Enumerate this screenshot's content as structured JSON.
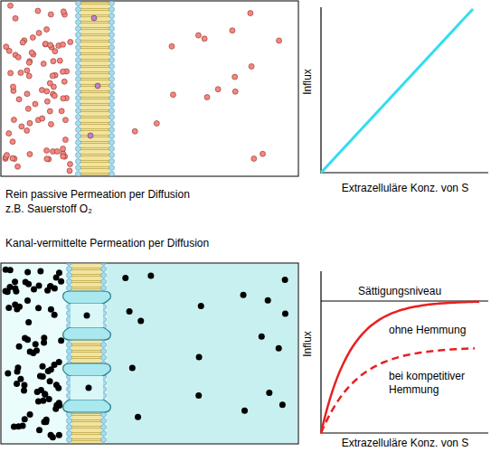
{
  "diagram": {
    "labels": [
      "Rein passive Permeation per Diffusion",
      "z.B. Sauerstoff O₂",
      "Influx",
      "Extrazelluläre Konz. von S",
      "Kanal-vermittelte Permeation per Diffusion",
      "Sättigungsniveau",
      "Influx",
      "ohne Hemmung",
      "bei kompetitiver Hemmung",
      "Extrazelluläre Konz. von S"
    ]
  }
}
